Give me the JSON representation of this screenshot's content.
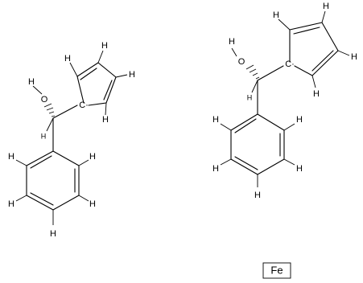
{
  "molecules": [
    {
      "labels": {
        "h_pentagon_a": "H",
        "h_pentagon_b": "H",
        "h_pentagon_c": "H",
        "h_pentagon_d": "H",
        "h_oh": "H",
        "oxygen": "O",
        "methine_h": "H",
        "radical_carbon": "C·",
        "ring_h_1": "H",
        "ring_h_2": "H",
        "ring_h_3": "H",
        "ring_h_4": "H",
        "ring_h_5": "H"
      }
    },
    {
      "labels": {
        "h_pentagon_a": "H",
        "h_pentagon_b": "H",
        "h_pentagon_c": "H",
        "h_pentagon_d": "H",
        "h_oh": "H",
        "oxygen": "O",
        "methine_h": "H",
        "radical_carbon": "C·",
        "ring_h_1": "H",
        "ring_h_2": "H",
        "ring_h_3": "H",
        "ring_h_4": "H",
        "ring_h_5": "H"
      }
    }
  ],
  "metal": {
    "symbol": "Fe"
  }
}
